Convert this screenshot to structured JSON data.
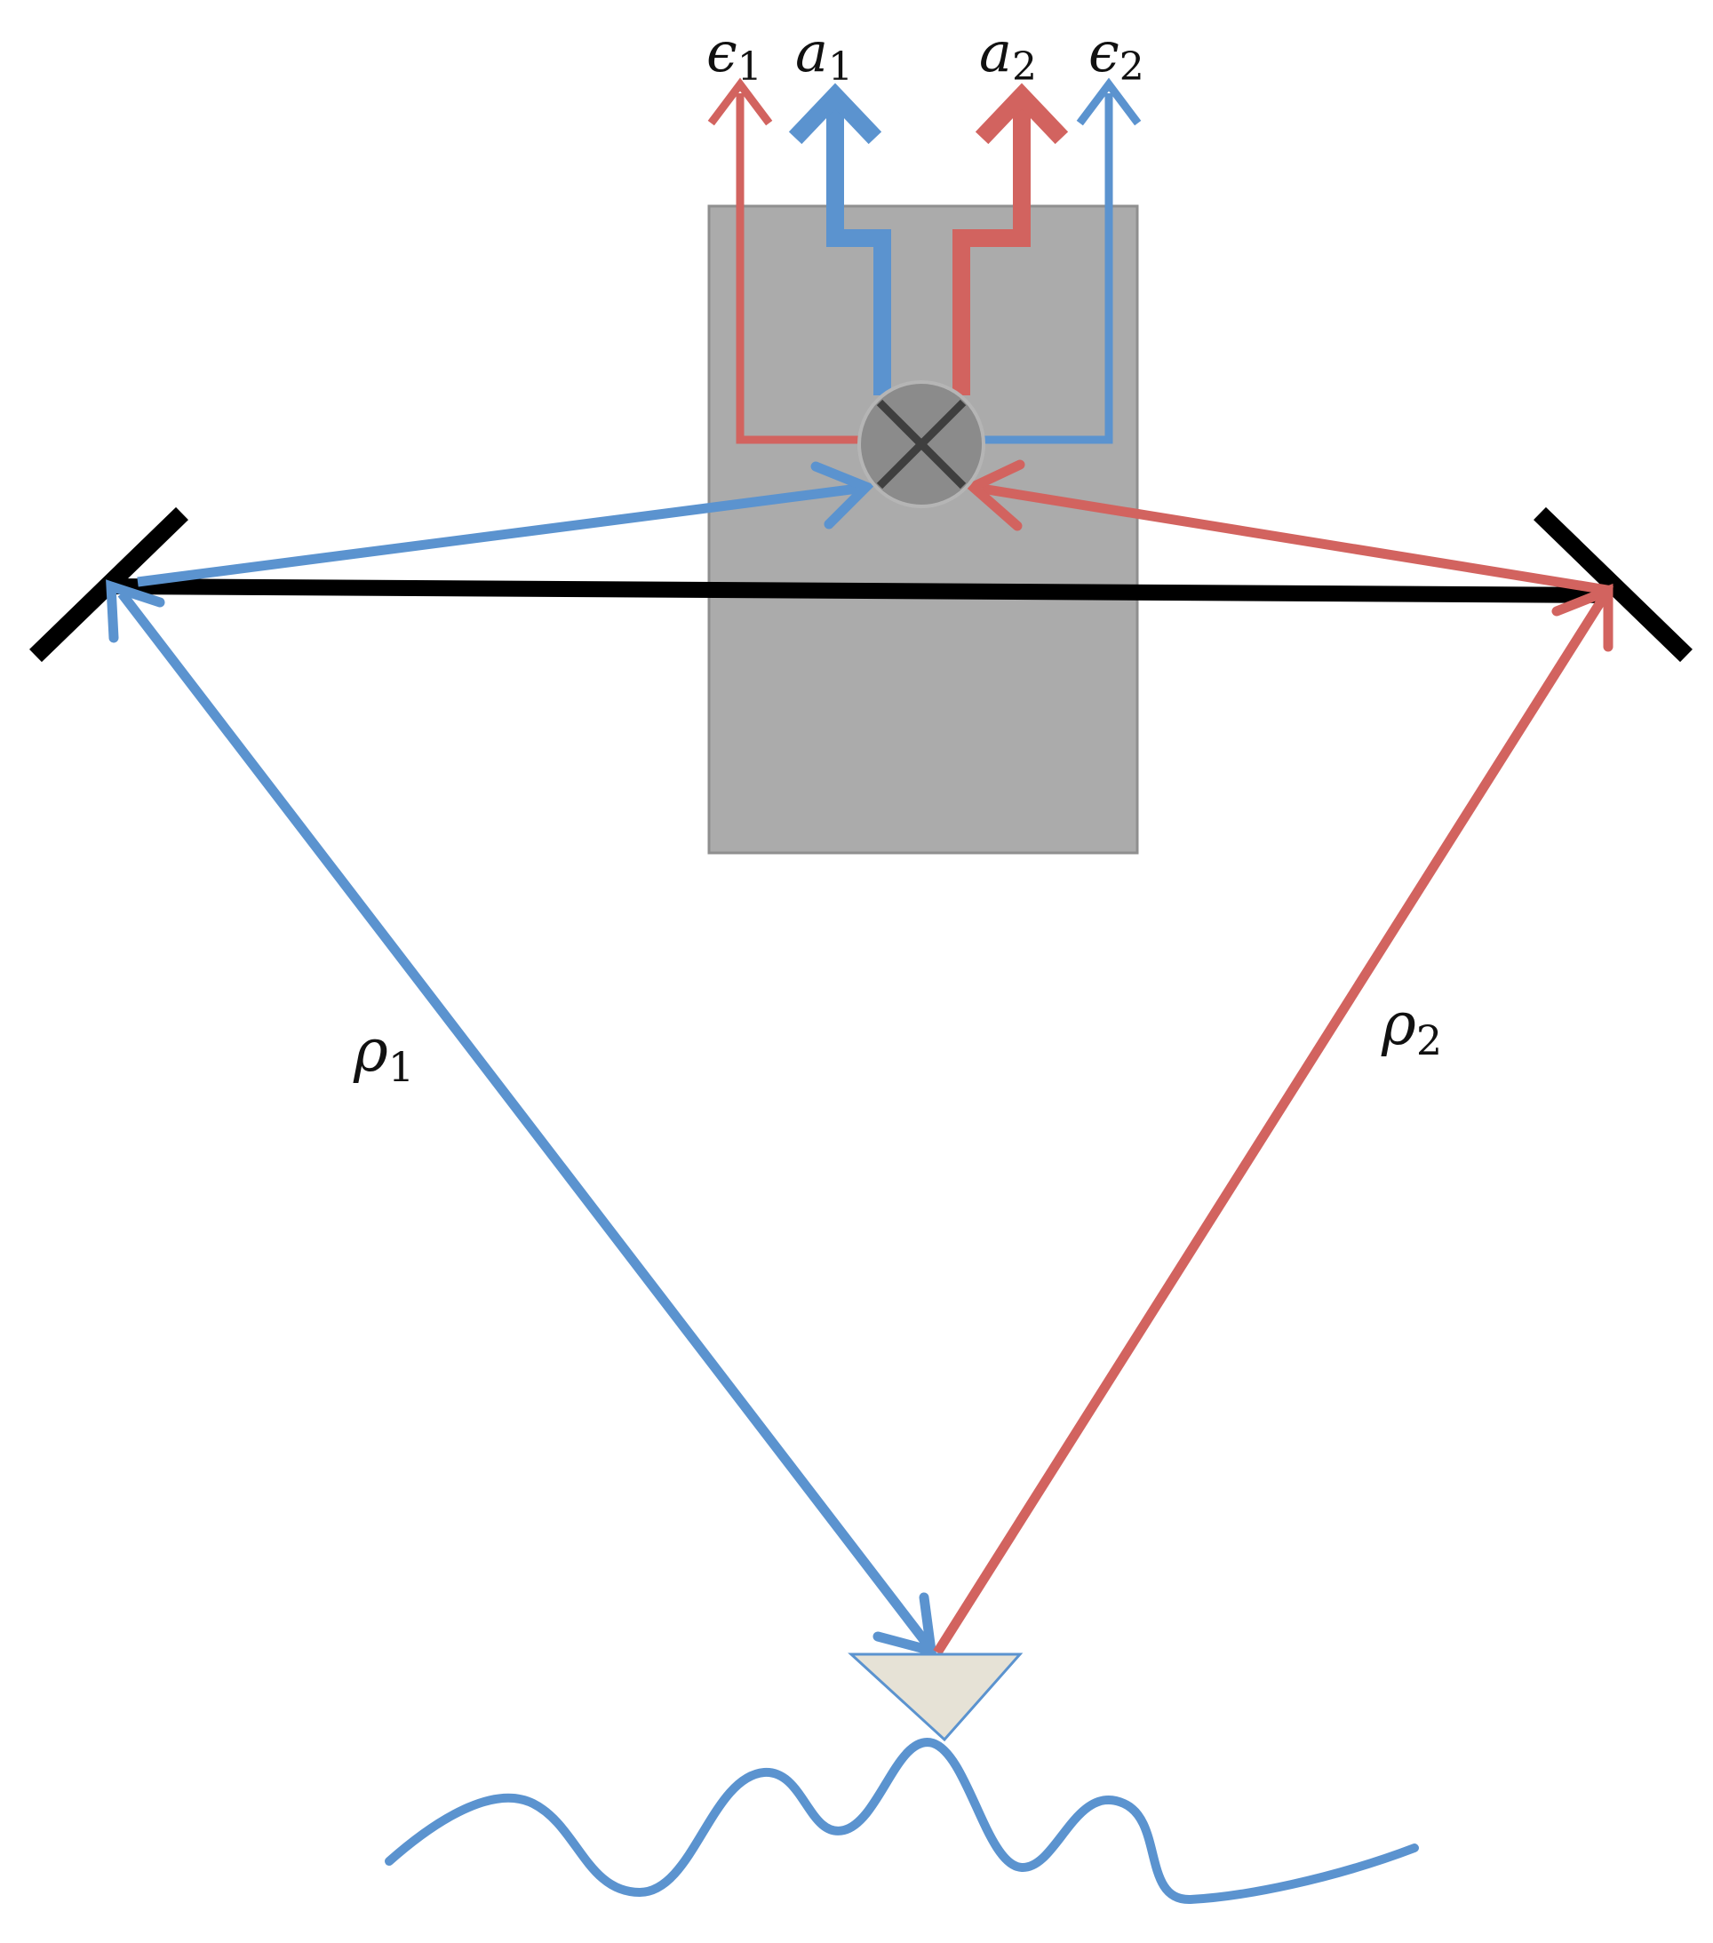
{
  "colors": {
    "blue": "#5b93cf",
    "red": "#d2635f",
    "black": "#000000",
    "box_fill": "#ababab",
    "box_stroke": "#8f8f8f",
    "mixer_fill": "#8b8b8b",
    "mixer_x": "#3f3f3f",
    "detector_fill": "#e6e2d6"
  },
  "labels": {
    "epsilon1": {
      "base": "ϵ",
      "sub": "1"
    },
    "a1": {
      "base": "a",
      "sub": "1"
    },
    "a2": {
      "base": "a",
      "sub": "2"
    },
    "epsilon2": {
      "base": "ϵ",
      "sub": "2"
    },
    "rho1": {
      "base": "ρ",
      "sub": "1"
    },
    "rho2": {
      "base": "ρ",
      "sub": "2"
    }
  },
  "icons": {
    "mixer": "circle-times-icon",
    "detector": "triangle-detector-icon",
    "mirror_left": "mirror-left-icon",
    "mirror_right": "mirror-right-icon",
    "signal": "wave-signal-icon"
  }
}
